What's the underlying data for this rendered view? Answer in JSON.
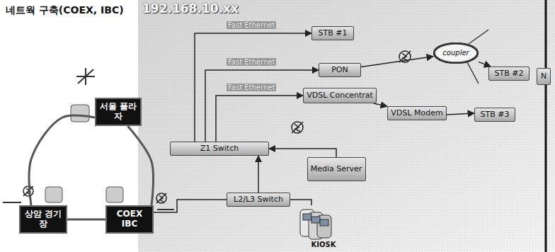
{
  "diagram": {
    "title": "네트웍 구축(COEX, IBC)",
    "nodes": [
      {
        "text": [
          "192.168.10.xx"
        ]
      },
      {
        "text": [
          "STB #1"
        ],
        "in": 0
      },
      {
        "text": [
          "PON"
        ],
        "in": 0
      },
      {
        "text": [
          "coupler"
        ],
        "in": 0
      },
      {
        "text": [
          "STB #2"
        ],
        "in": 0
      },
      {
        "text": [
          "VDSL Concentrat"
        ],
        "in": 0
      },
      {
        "text": [
          "VDSL Modem"
        ],
        "in": 0
      },
      {
        "text": [
          "STB #3"
        ],
        "in": 0
      },
      {
        "text": [
          "Z1 Switch"
        ],
        "in": 0
      },
      {
        "text": [
          "Media Server"
        ],
        "in": 0
      },
      {
        "text": [
          "L2/L3 Switch"
        ],
        "in": 0
      },
      {
        "text": [
          "KIOSK"
        ],
        "in": 0
      },
      {
        "text": [
          "서울 플라자"
        ]
      },
      {
        "text": [
          "상암 경기장"
        ]
      },
      {
        "text": [
          "COEX IBC"
        ]
      },
      {
        "text": [
          "N"
        ],
        "in": 0
      }
    ],
    "edges": [
      {
        "from": 8,
        "to": 1,
        "label": "Fast Ethernet",
        "arrow": "to"
      },
      {
        "from": 8,
        "to": 2,
        "label": "Fast Ethernet",
        "arrow": "to"
      },
      {
        "from": 8,
        "to": 5,
        "label": "Fast Ethernet",
        "arrow": "to"
      },
      {
        "from": 2,
        "to": 3,
        "arrow": "to"
      },
      {
        "from": 3,
        "to": 4,
        "arrow": "to"
      },
      {
        "from": 5,
        "to": 6,
        "arrow": "to"
      },
      {
        "from": 6,
        "to": 7,
        "arrow": "to"
      },
      {
        "from": 9,
        "to": 8,
        "arrow": "to"
      },
      {
        "from": 10,
        "to": 8,
        "arrow": "to"
      },
      {
        "from": 10,
        "to": 11,
        "arrow": "none"
      },
      {
        "from": 14,
        "to": 10,
        "arrow": "none"
      },
      {
        "from": 12,
        "to": 14,
        "arrow": "none"
      },
      {
        "from": 14,
        "to": 13,
        "arrow": "none"
      },
      {
        "from": 13,
        "to": 12,
        "arrow": "none"
      }
    ]
  }
}
